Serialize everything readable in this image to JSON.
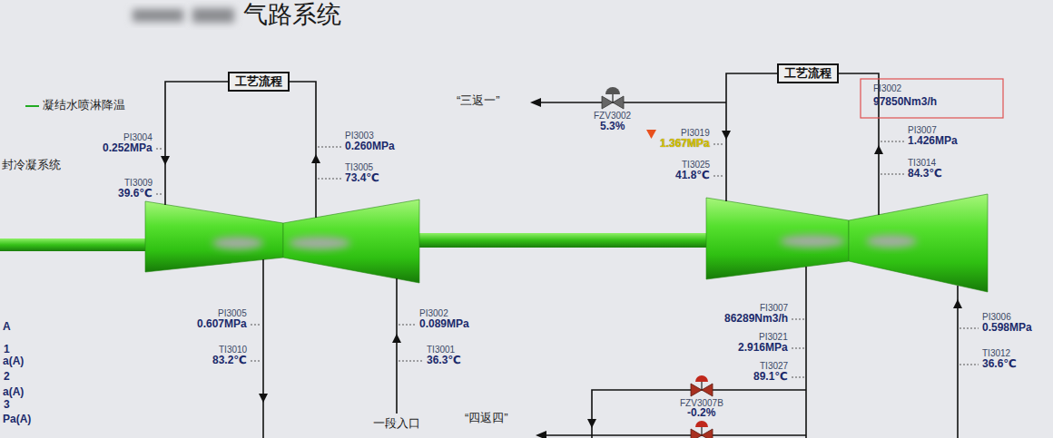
{
  "diagram": {
    "title": "气路系统",
    "nodes": [
      {
        "text": [
          "工艺流程"
        ]
      },
      {
        "text": [
          "工艺流程"
        ]
      }
    ],
    "labels": [
      "凝结水喷淋降温",
      "封冷凝系统",
      "PI3004",
      "0.252MPa",
      "TI3009",
      "39.6℃",
      "PI3003",
      "0.260MPa",
      "TI3005",
      "73.4℃",
      "PI3005",
      "0.607MPa",
      "TI3010",
      "83.2℃",
      "PI3002",
      "0.089MPa",
      "TI3001",
      "36.3℃",
      "一段入口",
      "“三返一”",
      "FZV3002",
      "5.3%",
      "PI3019",
      "1.367MPa",
      "TI3025",
      "41.8℃",
      "FI3002",
      "97850Nm3/h",
      "PI3007",
      "1.426MPa",
      "TI3014",
      "84.3℃",
      "FI3007",
      "86289Nm3/h",
      "PI3021",
      "2.916MPa",
      "TI3027",
      "89.1℃",
      "FZV3007B",
      "-0.2%",
      "“四返四”",
      "PI3006",
      "0.598MPa",
      "TI3012",
      "36.6℃",
      "A",
      "1",
      "a(A)",
      "2",
      "a(A)",
      "3",
      "Pa(A)"
    ]
  }
}
